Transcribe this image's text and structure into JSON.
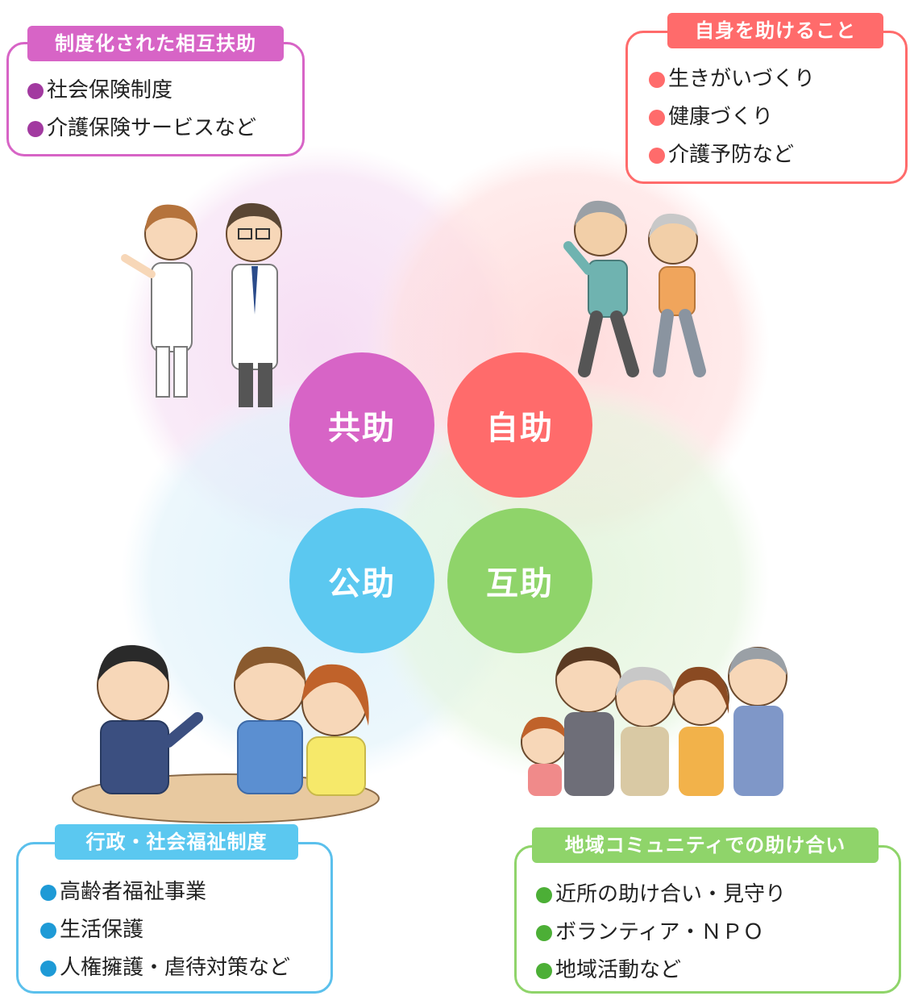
{
  "colors": {
    "kyojo": "#d764c6",
    "jijo": "#ff6b6b",
    "kojo_public": "#5bc0ec",
    "gojo": "#8fd46a",
    "kyojo_dot": "#a23aa0",
    "jijo_dot": "#ff6b6b",
    "kojo_dot": "#1e9ad6",
    "gojo_dot": "#4caf36"
  },
  "circles": {
    "kyojo": "共助",
    "jijo": "自助",
    "kojo": "公助",
    "gojo": "互助"
  },
  "boxes": {
    "kyojo": {
      "title": "制度化された相互扶助",
      "items": [
        "社会保険制度",
        "介護保険サービスなど"
      ]
    },
    "jijo": {
      "title": "自身を助けること",
      "items": [
        "生きがいづくり",
        "健康づくり",
        "介護予防など"
      ]
    },
    "kojo": {
      "title": "行政・社会福祉制度",
      "items": [
        "高齢者福祉事業",
        "生活保護",
        "人権擁護・虐待対策など"
      ]
    },
    "gojo": {
      "title": "地域コミュニティでの助け合い",
      "items": [
        "近所の助け合い・見守り",
        "ボランティア・ＮＰＯ",
        "地域活動など"
      ]
    }
  }
}
